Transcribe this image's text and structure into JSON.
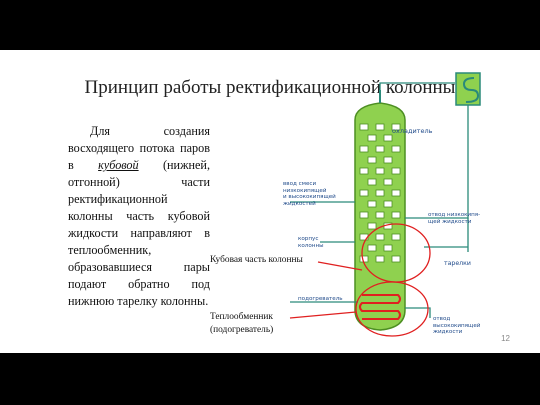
{
  "slide": {
    "title": "Принцип работы ректификационной колонны",
    "body_before": "Для создания восходящего потока паров в ",
    "body_em": "кубовой",
    "body_after": " (нижней, отгонной) части ректификационной колонны часть кубовой жидкости направляют в теплообменник, образовавшиеся пары подают обратно под нижнюю тарелку колонны.",
    "annotation_still": "Кубовая часть колонны",
    "annotation_heat_line1": "Теплообменник",
    "annotation_heat_line2": "(подогреватель)",
    "page_number": "12"
  },
  "diagram": {
    "cooler_label": "охладитель",
    "feed_label": [
      "ввод смеси",
      "низкокипящей",
      "и высококипящей",
      "жидкостей"
    ],
    "casing_label": [
      "корпус",
      "колонны"
    ],
    "heater_label": "подогреватель",
    "lowboil_label": [
      "отвод низкокипя-",
      "щей жидкости"
    ],
    "trays_label": "тарелки",
    "highboil_label": [
      "отвод",
      "высококипящей",
      "жидкости"
    ]
  },
  "colors": {
    "column": "#8fd14f",
    "column_dark": "#4d8f22",
    "pipes": "#2a8a7a",
    "annotation": "#e02020"
  }
}
